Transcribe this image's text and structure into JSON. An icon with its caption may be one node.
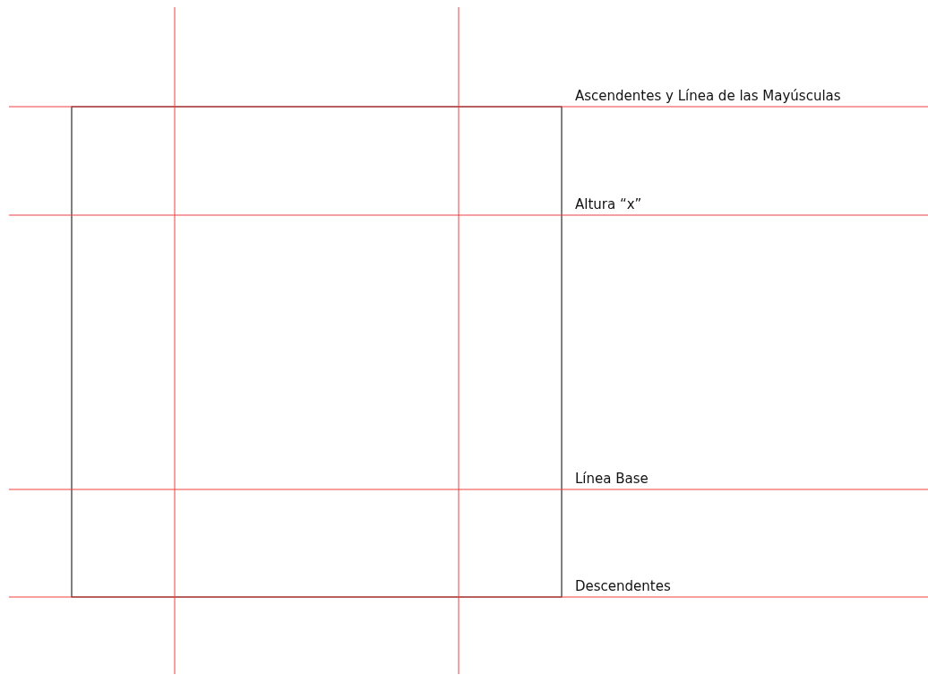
{
  "diagram": {
    "labels": [
      "Ascendentes y Línea de las Mayúsculas",
      "Altura “x”",
      "Línea Base",
      "Descendentes"
    ]
  }
}
